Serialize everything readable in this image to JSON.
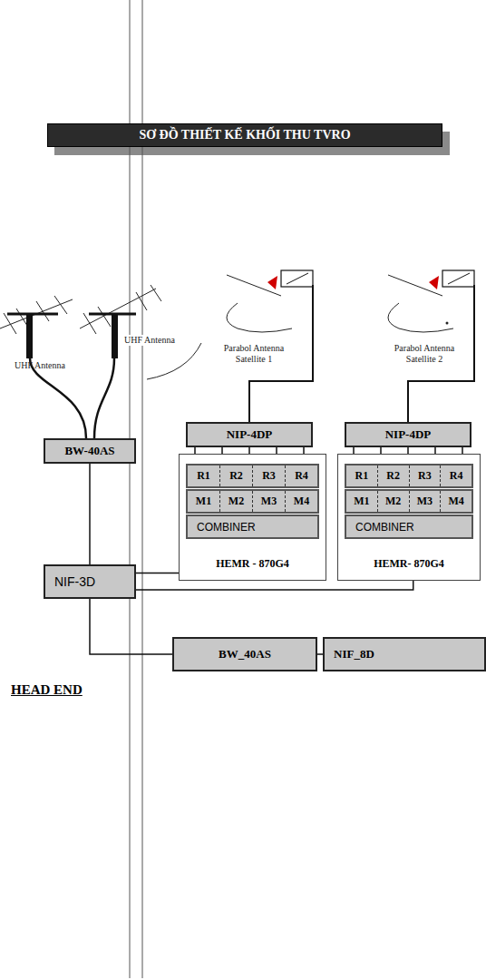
{
  "diagram": {
    "title": "SƠ ĐỒ THIẾT KẾ KHỐI THU TVRO",
    "nodes": [
      {
        "text": [
          "NIP-4DP"
        ]
      },
      {
        "text": [
          "NIP-4DP"
        ]
      },
      {
        "text": [
          "BW-40AS"
        ]
      },
      {
        "text": [
          "HEMR - 870G4"
        ]
      },
      {
        "text": [
          "R1",
          "R2",
          "R3",
          "R4"
        ],
        "in": 3
      },
      {
        "text": [
          "M1",
          "M2",
          "M3",
          "M4"
        ],
        "in": 3
      },
      {
        "text": [
          "COMBINER"
        ],
        "in": 3
      },
      {
        "text": [
          "HEMR- 870G4"
        ]
      },
      {
        "text": [
          "R1",
          "R2",
          "R3",
          "R4"
        ],
        "in": 7
      },
      {
        "text": [
          "M1",
          "M2",
          "M3",
          "M4"
        ],
        "in": 7
      },
      {
        "text": [
          "COMBINER"
        ],
        "in": 7
      },
      {
        "text": [
          "NIF-3D"
        ]
      },
      {
        "text": [
          "BW_40AS"
        ]
      },
      {
        "text": [
          "NIF_8D"
        ]
      }
    ],
    "edges": [
      {
        "from": 0,
        "to": 4,
        "arrow": "none"
      },
      {
        "from": 1,
        "to": 8,
        "arrow": "none"
      },
      {
        "from": 2,
        "to": 11,
        "arrow": "none"
      },
      {
        "from": 3,
        "to": 11,
        "arrow": "none"
      },
      {
        "from": 7,
        "to": 11,
        "arrow": "none"
      },
      {
        "from": 11,
        "to": 12,
        "arrow": "none"
      },
      {
        "from": 12,
        "to": 13,
        "arrow": "none"
      }
    ],
    "labels": [
      "UHF Antenna",
      "UHF Antenna",
      "Parabol Antenna Satellite 1",
      "Parabol Antenna Satellite 2",
      "HEAD END"
    ]
  }
}
